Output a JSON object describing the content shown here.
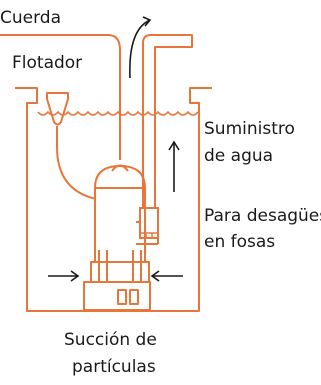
{
  "labels": {
    "rope": "Cuerda",
    "float": "Flotador",
    "supply_line1": "Suministro",
    "supply_line2": "de agua",
    "drain_line1": "Para desagües",
    "drain_line2": "en fosas",
    "suction_line1": "Succión de",
    "suction_line2": "partículas"
  },
  "colors": {
    "line": "#E8763A",
    "arrow": "#1a1a1a",
    "text": "#1a1a1a"
  }
}
